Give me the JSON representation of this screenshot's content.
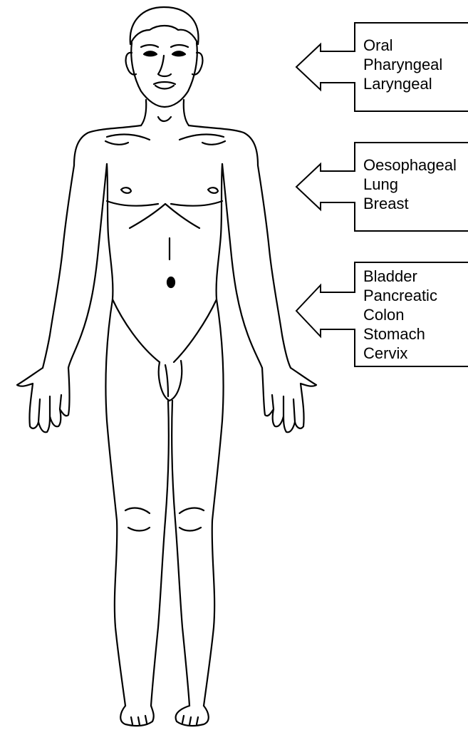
{
  "colors": {
    "line": "#000000",
    "background": "#ffffff"
  },
  "figure": {
    "name": "human-body-outline-front-view"
  },
  "callouts": [
    {
      "id": "head-neck",
      "region": "head and neck",
      "labels": [
        "Oral",
        "Pharyngeal",
        "Laryngeal"
      ]
    },
    {
      "id": "chest",
      "region": "chest",
      "labels": [
        "Oesophageal",
        "Lung",
        "Breast"
      ]
    },
    {
      "id": "abdomen",
      "region": "abdomen and pelvis",
      "labels": [
        "Bladder",
        "Pancreatic",
        "Colon",
        "Stomach",
        "Cervix"
      ]
    }
  ]
}
